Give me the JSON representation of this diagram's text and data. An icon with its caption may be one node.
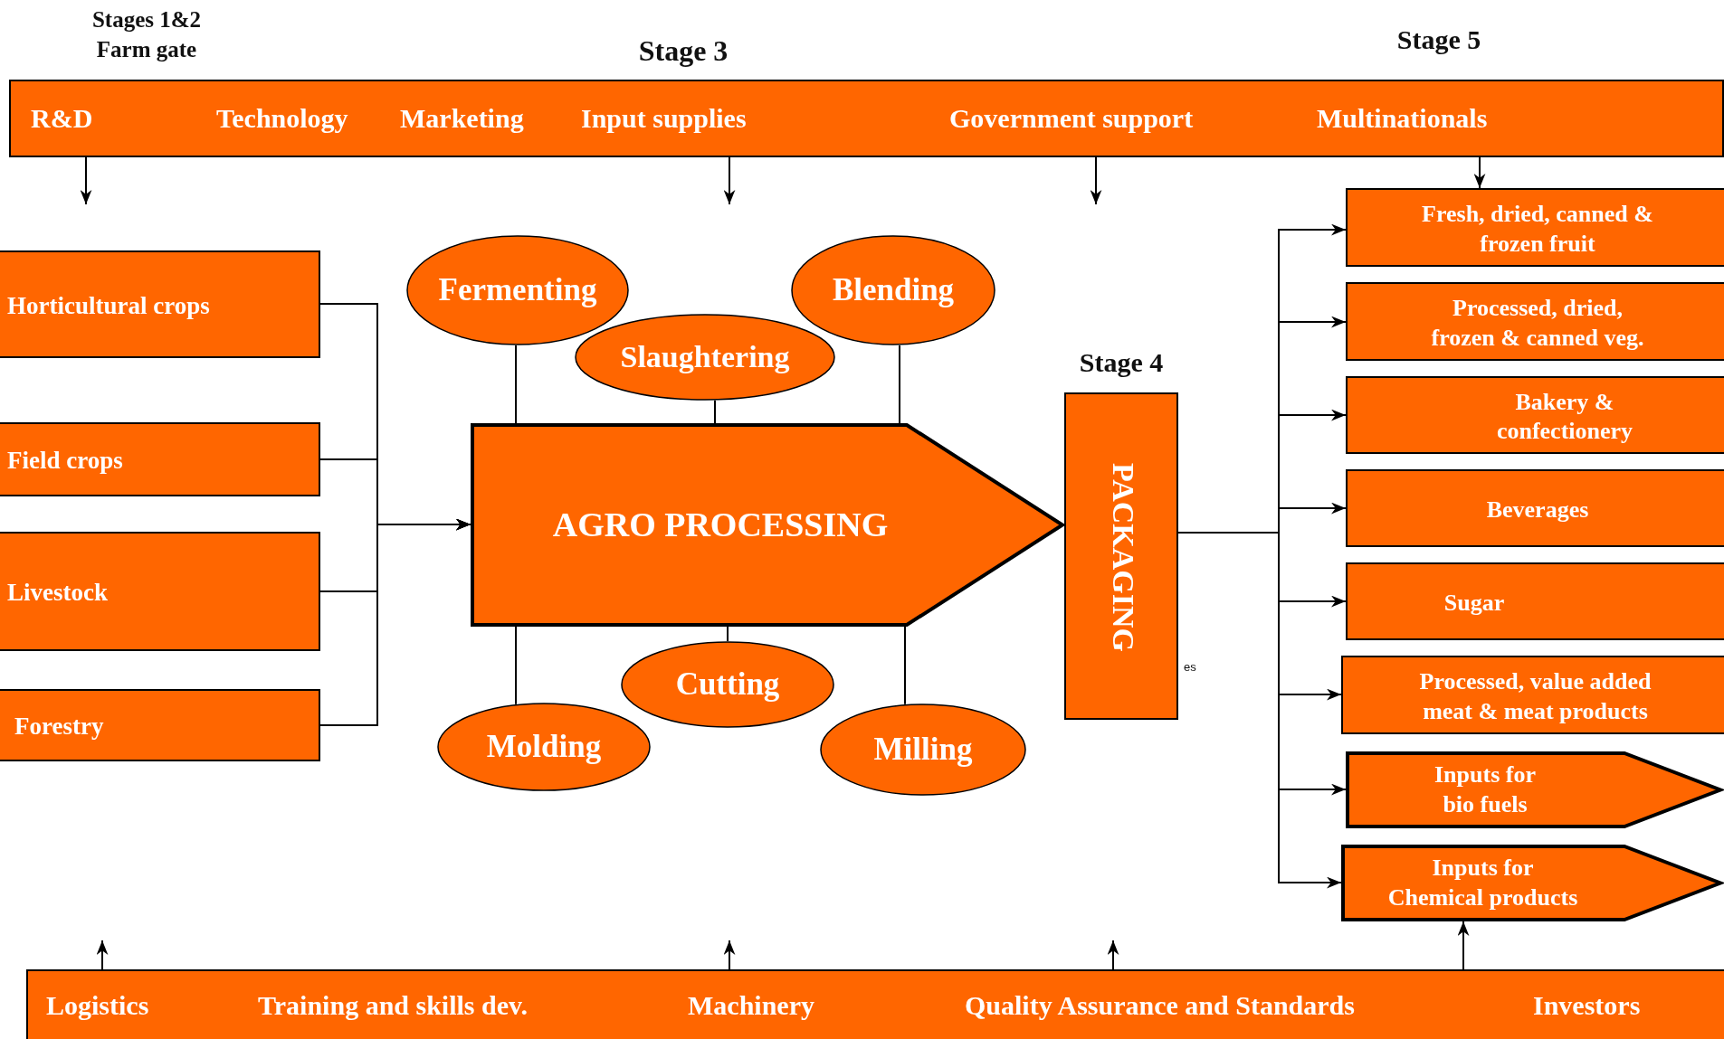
{
  "diagram": {
    "nodes": [
      {
        "text": [
          "R&D",
          "Technology",
          "Marketing",
          "Input supplies",
          "Government support",
          "Multinationals"
        ]
      },
      {
        "text": [
          "Fermenting"
        ]
      },
      {
        "text": [
          "Blending"
        ]
      },
      {
        "text": [
          "Slaughtering"
        ]
      },
      {
        "text": [
          "Horticultural crops"
        ]
      },
      {
        "text": [
          "Field crops"
        ]
      },
      {
        "text": [
          "Livestock"
        ]
      },
      {
        "text": [
          "Forestry"
        ]
      },
      {
        "text": [
          "AGRO PROCESSING"
        ]
      },
      {
        "text": [
          "PACKAGING"
        ],
        "beside": [
          "Stage 4"
        ]
      },
      {
        "text": [
          "Fresh, dried, canned & frozen fruit"
        ]
      },
      {
        "text": [
          "Processed, dried, frozen & canned veg."
        ]
      },
      {
        "text": [
          "Bakery & confectionery"
        ]
      },
      {
        "text": [
          "Beverages"
        ]
      },
      {
        "text": [
          "Sugar"
        ]
      },
      {
        "text": [
          "Processed, value added meat & meat products"
        ]
      },
      {
        "text": [
          "Inputs for bio fuels"
        ]
      },
      {
        "text": [
          "Inputs for Chemical products"
        ]
      },
      {
        "text": [
          "Molding"
        ]
      },
      {
        "text": [
          "Cutting"
        ]
      },
      {
        "text": [
          "Milling"
        ]
      },
      {
        "text": [
          "Logistics",
          "Training and skills dev.",
          "Machinery",
          "Quality Assurance and Standards",
          "Investors"
        ]
      }
    ],
    "edges": [
      {
        "from": 0,
        "to": null,
        "arrow": "to"
      },
      {
        "from": 0,
        "to": null,
        "arrow": "to"
      },
      {
        "from": 0,
        "to": null,
        "arrow": "to"
      },
      {
        "from": 0,
        "to": 10,
        "arrow": "to"
      },
      {
        "from": 4,
        "to": 8,
        "arrow": "to"
      },
      {
        "from": 5,
        "to": 8,
        "arrow": "to"
      },
      {
        "from": 6,
        "to": 8,
        "arrow": "to"
      },
      {
        "from": 7,
        "to": 8,
        "arrow": "to"
      },
      {
        "from": 1,
        "to": 8,
        "arrow": "none"
      },
      {
        "from": 3,
        "to": 8,
        "arrow": "none"
      },
      {
        "from": 2,
        "to": 8,
        "arrow": "none"
      },
      {
        "from": 8,
        "to": 18,
        "arrow": "none"
      },
      {
        "from": 8,
        "to": 19,
        "arrow": "none"
      },
      {
        "from": 8,
        "to": 20,
        "arrow": "none"
      },
      {
        "from": 9,
        "to": 10,
        "arrow": "to"
      },
      {
        "from": 9,
        "to": 11,
        "arrow": "to"
      },
      {
        "from": 9,
        "to": 12,
        "arrow": "to"
      },
      {
        "from": 9,
        "to": 13,
        "arrow": "to"
      },
      {
        "from": 9,
        "to": 14,
        "arrow": "to"
      },
      {
        "from": 9,
        "to": 15,
        "arrow": "to"
      },
      {
        "from": 9,
        "to": 16,
        "arrow": "to"
      },
      {
        "from": 9,
        "to": 17,
        "arrow": "to"
      },
      {
        "from": 21,
        "to": null,
        "arrow": "to"
      },
      {
        "from": 21,
        "to": null,
        "arrow": "to"
      },
      {
        "from": 21,
        "to": null,
        "arrow": "to"
      },
      {
        "from": 21,
        "to": 17,
        "arrow": "to"
      }
    ],
    "labels": [
      "Stages 1&2 Farm gate",
      "Stage 3",
      "Stage 5",
      "es"
    ]
  }
}
